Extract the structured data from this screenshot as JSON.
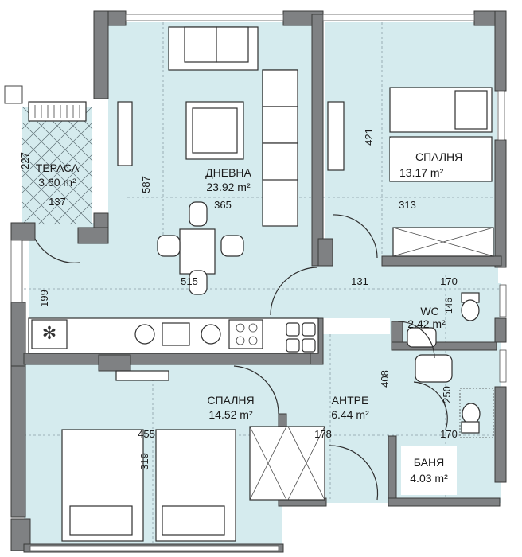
{
  "rooms": {
    "terrace": {
      "name": "ТЕРАСА",
      "area": "3.60 m²"
    },
    "living": {
      "name": "ДНЕВНА",
      "area": "23.92 m²"
    },
    "bedroom1": {
      "name": "СПАЛНЯ",
      "area": "13.17 m²"
    },
    "bedroom2": {
      "name": "СПАЛНЯ",
      "area": "14.52 m²"
    },
    "hall": {
      "name": "АНТРЕ",
      "area": "6.44 m²"
    },
    "wc": {
      "name": "WC",
      "area": "2.42 m²"
    },
    "bath": {
      "name": "БАНЯ",
      "area": "4.03 m²"
    }
  },
  "dimensions": {
    "terrace_height": "227",
    "terrace_width": "137",
    "living_height": "587",
    "living_width": "365",
    "bedroom1_height": "421",
    "bedroom1_width": "313",
    "kitchen_depth": "199",
    "kitchen_width": "515",
    "hall_top_width": "131",
    "wc_width": "170",
    "wc_height": "146",
    "hall_height": "408",
    "bath_height": "250",
    "bath_width": "170",
    "bedroom2_width": "455",
    "bedroom2_height": "319",
    "hall_width": "178"
  },
  "colors": {
    "floor": "#d5ebee",
    "wall": "#7f8183"
  }
}
